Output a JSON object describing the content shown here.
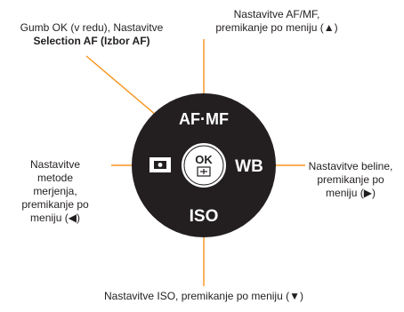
{
  "dial": {
    "top_label": "AF·MF",
    "right_label": "WB",
    "bottom_label": "ISO",
    "center_label": "OK",
    "left_icon": "metering-icon",
    "center_icon": "selection-af-icon"
  },
  "callouts": {
    "center": {
      "line1": "Gumb OK (v redu), Nastavitve",
      "line2": "Selection AF (Izbor AF)"
    },
    "top": {
      "line1": "Nastavitve AF/MF,",
      "line2": "premikanje po meniju (▲)"
    },
    "left": {
      "line1": "Nastavitve",
      "line2": "metode",
      "line3": "merjenja,",
      "line4": "premikanje po",
      "line5": "meniju (◀)"
    },
    "right": {
      "line1": "Nastavitve beline,",
      "line2": "premikanje po",
      "line3": "meniju (▶)"
    },
    "bottom": {
      "line1": "Nastavitve ISO, premikanje po meniju (▼)"
    }
  },
  "colors": {
    "leader": "#f7941d",
    "dial": "#231f20",
    "text": "#231f20",
    "background": "#ffffff"
  }
}
